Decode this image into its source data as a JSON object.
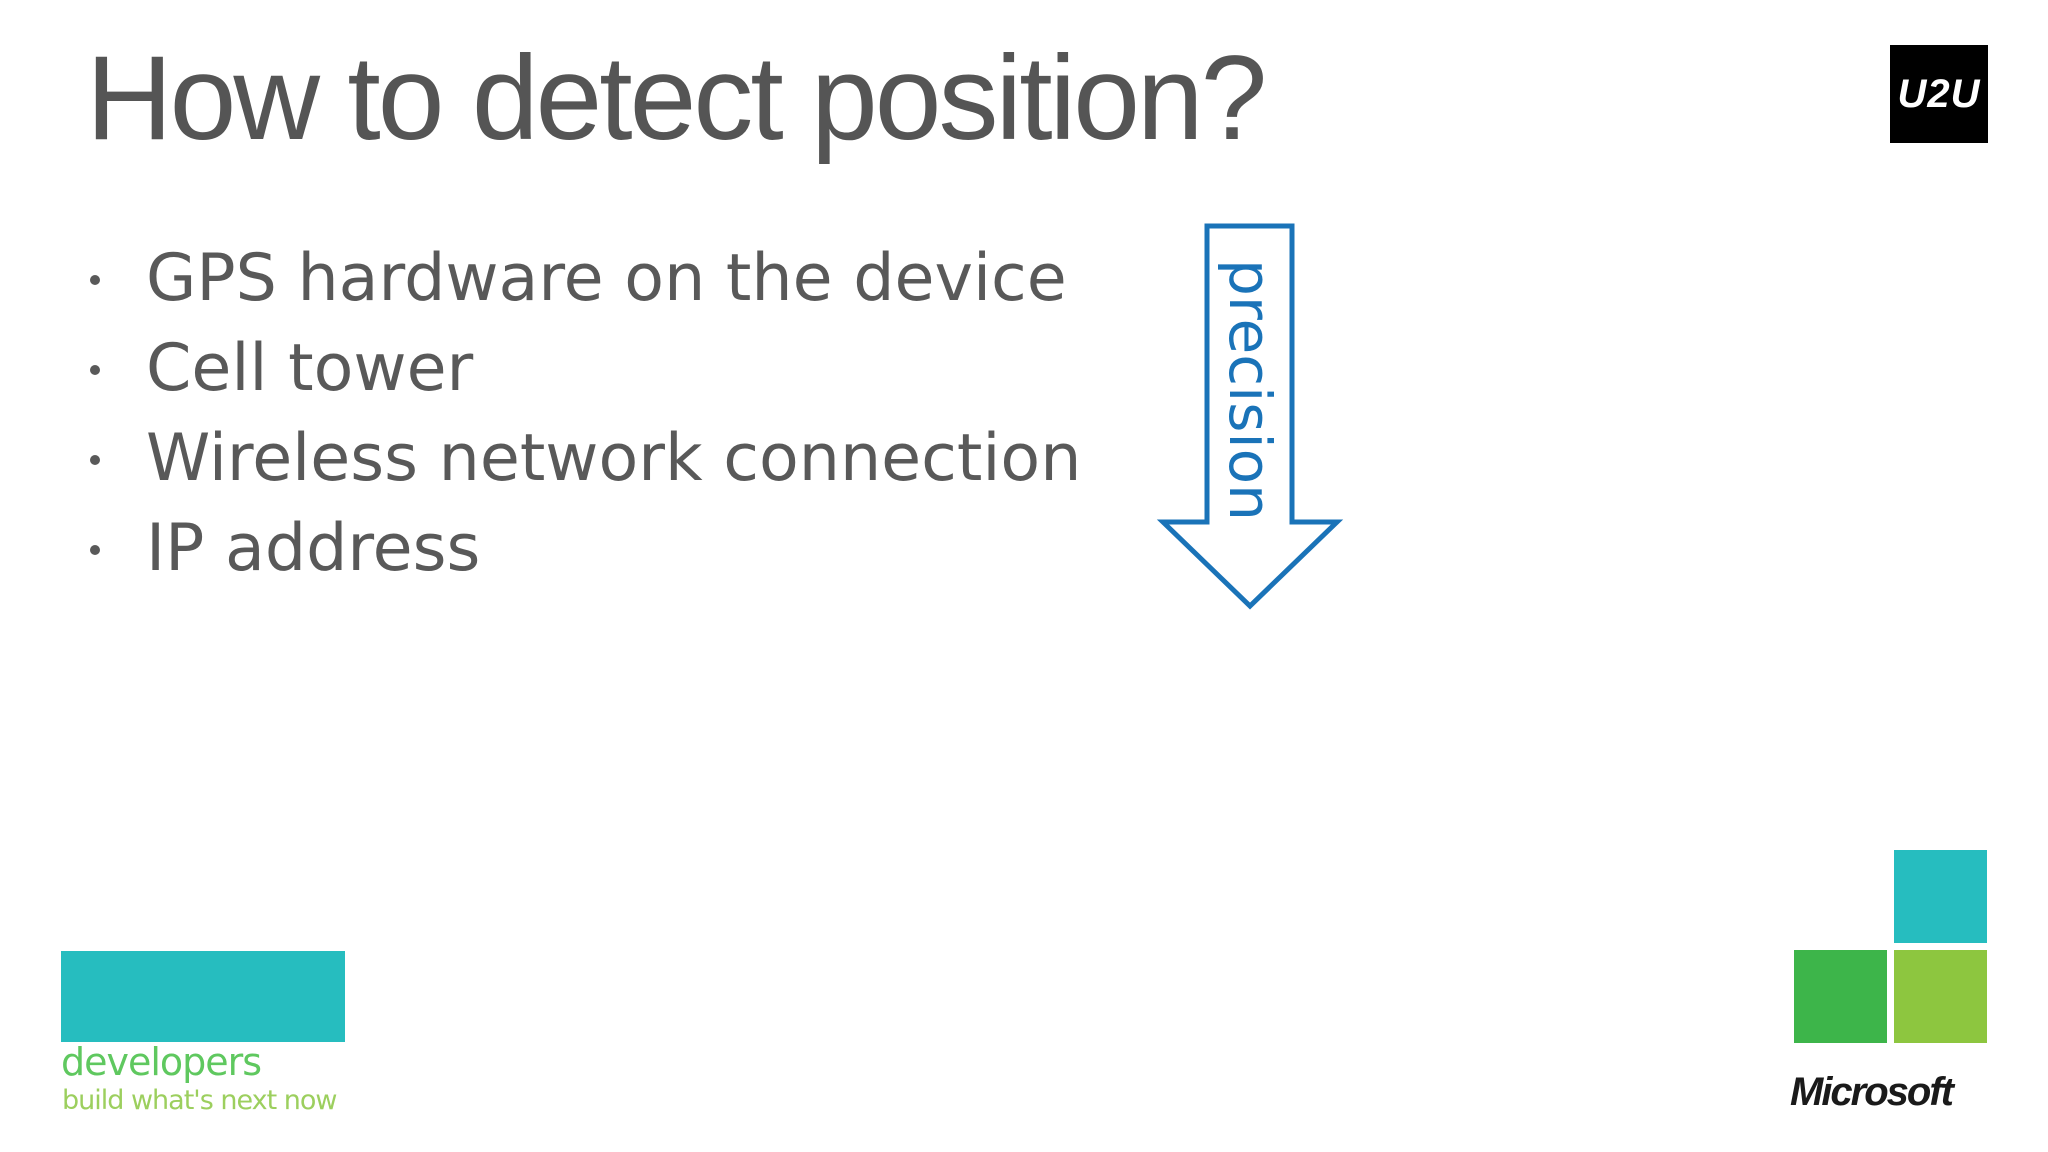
{
  "slide": {
    "title": "How to detect position?",
    "bullets": [
      "GPS hardware on the device",
      "Cell tower",
      "Wireless network connection",
      "IP address"
    ],
    "arrow_label": "precision"
  },
  "logos": {
    "top_right": "U2U",
    "developers_word": "developers",
    "developers_tagline": "build what's next now",
    "microsoft": "Microsoft"
  },
  "colors": {
    "title": "#555555",
    "body_text": "#595959",
    "arrow": "#1a73b8",
    "teal": "#26bdbf",
    "green": "#3db54a",
    "lime": "#8dc63f"
  },
  "icons": [
    "bullet-dot",
    "down-arrow-icon"
  ]
}
